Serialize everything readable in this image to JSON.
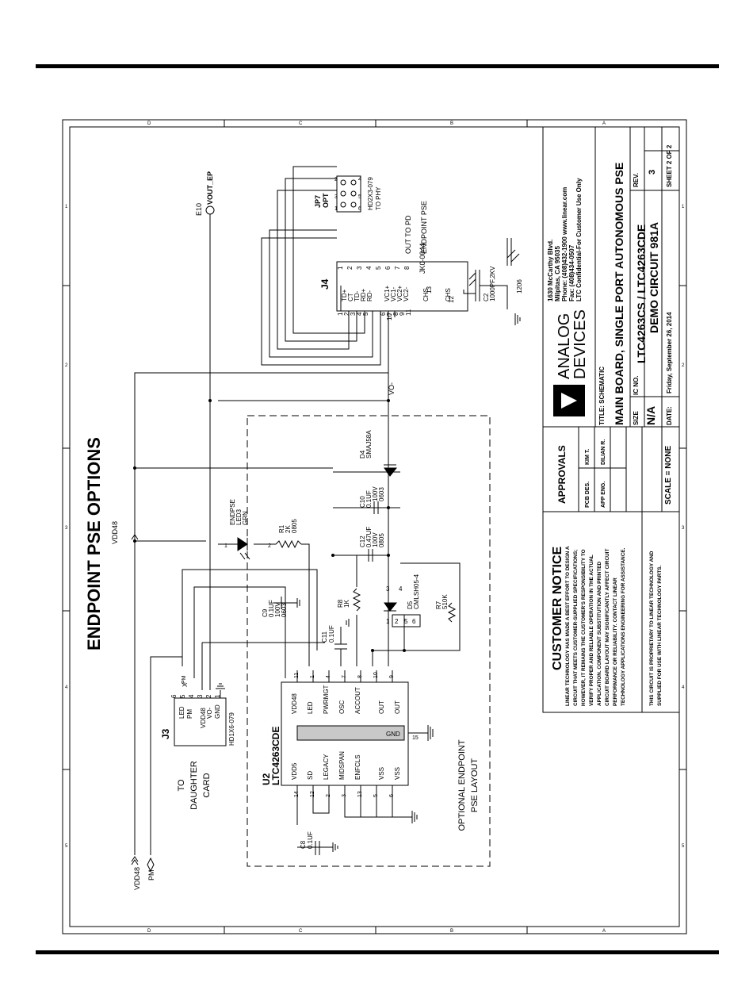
{
  "title": "ENDPOINT PSE OPTIONS",
  "border": {
    "top_letters": [
      "D",
      "C",
      "B",
      "A"
    ],
    "side_numbers": [
      "1",
      "2",
      "3",
      "4",
      "5"
    ]
  },
  "nets": {
    "vdd48": "VDD48",
    "pm": "PM",
    "vo_minus": "VO-",
    "e10": "E10",
    "vout_ep": "VOUT_EP"
  },
  "j3": {
    "ref": "J3",
    "pins": [
      "LED",
      "PM",
      "VDD48",
      "VO-",
      "GND"
    ],
    "pin_numbers": [
      "6",
      "5",
      "4",
      "3",
      "2",
      "1"
    ],
    "part": "HD1X6-079",
    "x_mark": "X",
    "top_labels": [
      "PM"
    ],
    "note_lines": [
      "TO",
      "DAUGHTER",
      "CARD"
    ]
  },
  "u2": {
    "ref": "U2",
    "part": "LTC4263CDE",
    "left_pins": [
      {
        "num": "11",
        "name": "VDD48"
      },
      {
        "num": "1",
        "name": "LED"
      },
      {
        "num": "4",
        "name": "PWRMGT"
      },
      {
        "num": "7",
        "name": "OSC"
      },
      {
        "num": "8",
        "name": "ACCOUT"
      },
      {
        "num": "10",
        "name": "OUT"
      },
      {
        "num": "9",
        "name": "OUT"
      }
    ],
    "right_pins": [
      {
        "num": "14",
        "name": "VDD5"
      },
      {
        "num": "12",
        "name": "SD"
      },
      {
        "num": "2",
        "name": "LEGACY"
      },
      {
        "num": "3",
        "name": "MIDSPAN"
      },
      {
        "num": "13",
        "name": "ENFCLS"
      },
      {
        "num": "5",
        "name": "VSS"
      },
      {
        "num": "6",
        "name": "VSS"
      }
    ],
    "gnd_pin": {
      "num": "15",
      "name": "GND"
    }
  },
  "optional_box": [
    "OPTIONAL ENDPOINT",
    "PSE LAYOUT"
  ],
  "components": {
    "c8": [
      "C8",
      "0.1UF"
    ],
    "c9": [
      "C9",
      "0.1UF",
      "100V",
      "0603"
    ],
    "c11": [
      "C11",
      "0.1UF"
    ],
    "r8": [
      "R8",
      "1K"
    ],
    "d5": [
      "D5",
      "CMLSH05-4"
    ],
    "r7": [
      "R7",
      "510K"
    ],
    "c12": [
      "C12",
      "0.47UF",
      "100V",
      "0805"
    ],
    "r1": [
      "R1",
      "2K",
      "0805"
    ],
    "led3": [
      "ENDPSE",
      "LED3",
      "GRN"
    ],
    "c10": [
      "C10",
      "0.1UF",
      "100V",
      "0603"
    ],
    "d4": [
      "D4",
      "SMAJ58A"
    ],
    "c2": [
      "C2",
      "1000PF,2KV",
      "1206"
    ]
  },
  "j4": {
    "ref": "J4",
    "part": "JK0-0044",
    "pins_a": [
      "TD+",
      "CT",
      "TD-",
      "RD+",
      "RD-",
      "VC1+",
      "VC1-",
      "VC2+",
      "VC2-",
      "CHS",
      "CHS"
    ],
    "pins_a_num": [
      "1",
      "2",
      "3",
      "4",
      "5",
      "6",
      "7",
      "8",
      "9",
      "10",
      "11",
      "12",
      "13"
    ],
    "pins_b_num": [
      "1",
      "2",
      "3",
      "4",
      "5",
      "6",
      "7",
      "8"
    ],
    "note": [
      "OUT TO PD",
      "ENDPOINT PSE"
    ]
  },
  "jp7": {
    "ref": "JP7",
    "sub": "OPT",
    "pins": [
      "1",
      "2",
      "3",
      "4",
      "5",
      "6"
    ],
    "part": [
      "HD2X3-079",
      "TO PHY"
    ]
  },
  "title_block": {
    "address": [
      "1630 McCarthy Blvd.",
      "Milpitas, CA 95035",
      "Phone: (408)432-1900  www.linear.com",
      "Fax: (408)434-0507",
      "LTC Confidential-For Customer Use Only"
    ],
    "logo": [
      "ANALOG",
      "DEVICES"
    ],
    "title_label": "TITLE: SCHEMATIC",
    "title": "MAIN BOARD, SINGLE PORT AUTONOMOUS PSE",
    "size_label": "SIZE",
    "size": "N/A",
    "ic_label": "IC NO.",
    "ic_no": "LTC4263CS / LTC4263CDE",
    "demo": "DEMO CIRCUIT 981A",
    "rev_label": "REV.",
    "rev": "3",
    "date_label": "DATE:",
    "date": "Friday, September 26, 2014",
    "sheet": "SHEET   2   OF   2",
    "approvals": "APPROVALS",
    "approvals_rows": [
      {
        "role": "PCB DES.",
        "name": "KIM T."
      },
      {
        "role": "APP ENG.",
        "name": "DILIAN R."
      }
    ],
    "scale": "SCALE = NONE",
    "notice_title": "CUSTOMER NOTICE",
    "notice": [
      "LINEAR TECHNOLOGY HAS MADE A BEST EFFORT TO DESIGN A",
      "CIRCUIT THAT MEETS CUSTOMER-SUPPLIED SPECIFICATIONS;",
      "HOWEVER, IT REMAINS THE CUSTOMER'S RESPONSIBILITY TO",
      "VERIFY PROPER AND RELIABLE OPERATION IN THE ACTUAL",
      "APPLICATION. COMPONENT SUBSTITUTION AND PRINTED",
      "CIRCUIT BOARD LAYOUT MAY SIGNIFICANTLY AFFECT CIRCUIT",
      "PERFORMANCE OR RELIABILITY. CONTACT LINEAR",
      "TECHNOLOGY APPLICATIONS ENGINEERING FOR ASSISTANCE."
    ],
    "proprietary": [
      "THIS CIRCUIT IS PROPRIETARY TO LINEAR TECHNOLOGY AND",
      "SUPPLIED FOR USE WITH LINEAR TECHNOLOGY PARTS."
    ]
  }
}
